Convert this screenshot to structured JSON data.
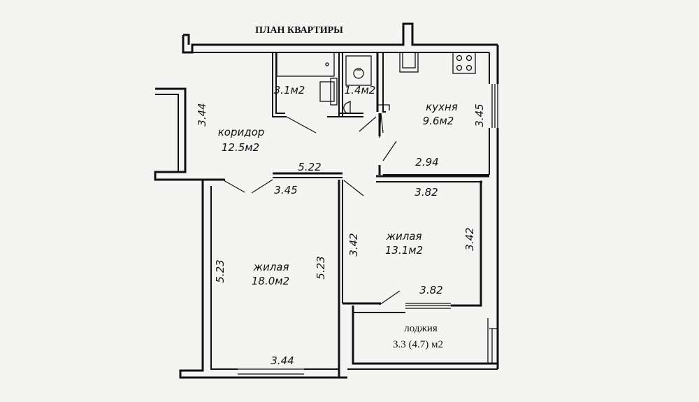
{
  "plan": {
    "title": "ПЛАН КВАРТИРЫ",
    "rooms": {
      "bath": {
        "area": "3.1м2"
      },
      "wc": {
        "area": "1.4м2"
      },
      "kitchen": {
        "name": "кухня",
        "area": "9.6м2"
      },
      "corridor": {
        "name": "коридор",
        "area": "12.5м2"
      },
      "living_large": {
        "name": "жилая",
        "area": "18.0м2"
      },
      "living_small": {
        "name": "жилая",
        "area": "13.1м2"
      },
      "loggia": {
        "name": "лоджия",
        "area": "3.3 (4.7) м2"
      }
    },
    "dimensions": {
      "corridor_left": "3.44",
      "corridor_width": "5.22",
      "corridor_bottom": "3.45",
      "kitchen_right": "3.45",
      "kitchen_bottom": "2.94",
      "small_top": "3.82",
      "small_left": "3.42",
      "small_right": "3.42",
      "small_bottom": "3.82",
      "large_left": "5.23",
      "large_right": "5.23",
      "large_bottom": "3.44"
    }
  }
}
